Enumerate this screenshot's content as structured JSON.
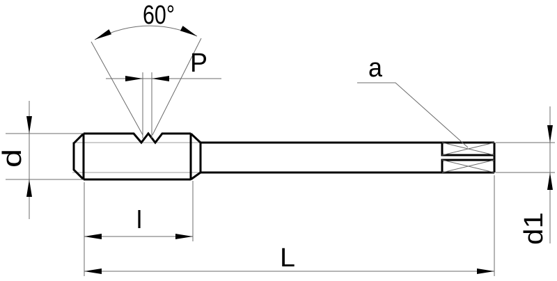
{
  "drawing": {
    "kind": "tap-technical-drawing",
    "labels": {
      "thread_angle": "60°",
      "pitch": "P",
      "square_end": "a",
      "diameter": "d",
      "shank_diameter": "d1",
      "thread_length": "l",
      "overall_length": "L"
    },
    "colors": {
      "outline": "#000000",
      "dimension_lines": "#6b6b6b",
      "hidden_detail_lines": "#9c9c9c",
      "background": "#ffffff"
    }
  }
}
